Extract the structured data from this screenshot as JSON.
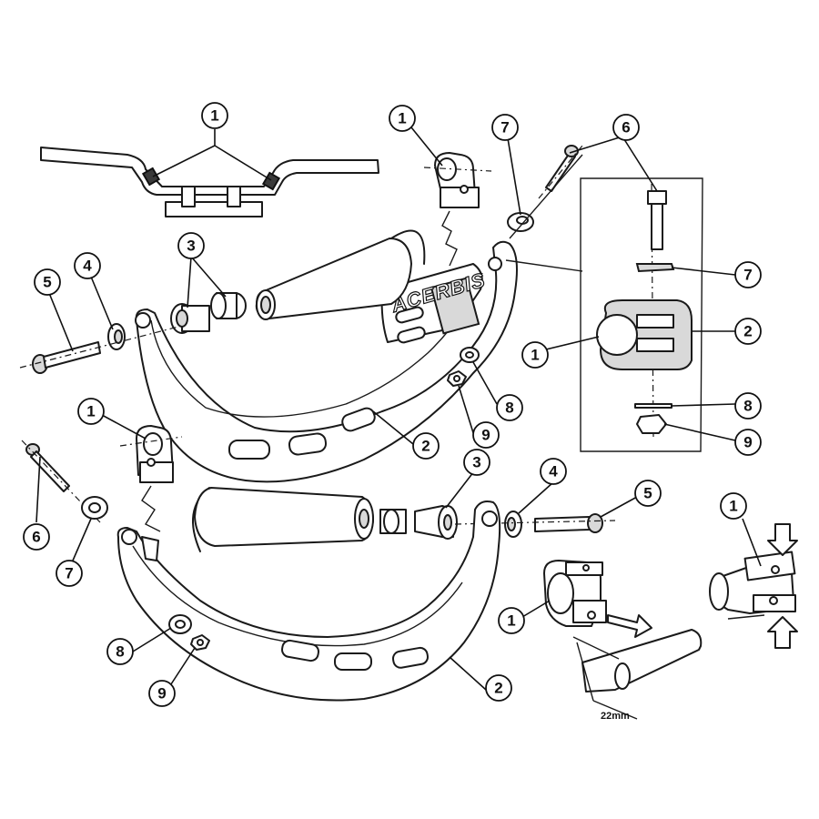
{
  "brand_label": "ACERBIS",
  "dimension_label": "22mm",
  "callouts": [
    {
      "id": "c-top-bar",
      "number": "1"
    },
    {
      "id": "c-top-clamp",
      "number": "1"
    },
    {
      "id": "c-top-washer7",
      "number": "7"
    },
    {
      "id": "c-top-bolt6",
      "number": "6"
    },
    {
      "id": "c-top-sleeve3",
      "number": "3"
    },
    {
      "id": "c-top-bolt5",
      "number": "5"
    },
    {
      "id": "c-top-spacer4",
      "number": "4"
    },
    {
      "id": "c-detail-washer7",
      "number": "7"
    },
    {
      "id": "c-detail-clamp1",
      "number": "1"
    },
    {
      "id": "c-detail-guard2",
      "number": "2"
    },
    {
      "id": "c-detail-washer8",
      "number": "8"
    },
    {
      "id": "c-detail-nut9",
      "number": "9"
    },
    {
      "id": "c-top-washer8",
      "number": "8"
    },
    {
      "id": "c-top-nut9",
      "number": "9"
    },
    {
      "id": "c-top-guard2",
      "number": "2"
    },
    {
      "id": "c-bot-clamp1",
      "number": "1"
    },
    {
      "id": "c-bot-bolt6",
      "number": "6"
    },
    {
      "id": "c-bot-washer7",
      "number": "7"
    },
    {
      "id": "c-bot-sleeve3",
      "number": "3"
    },
    {
      "id": "c-bot-spacer4",
      "number": "4"
    },
    {
      "id": "c-bot-bolt5",
      "number": "5"
    },
    {
      "id": "c-bot-washer8",
      "number": "8"
    },
    {
      "id": "c-bot-nut9",
      "number": "9"
    },
    {
      "id": "c-bot-guard2",
      "number": "2"
    },
    {
      "id": "c-fit-clamp1",
      "number": "1"
    },
    {
      "id": "c-press-clamp1",
      "number": "1"
    }
  ]
}
